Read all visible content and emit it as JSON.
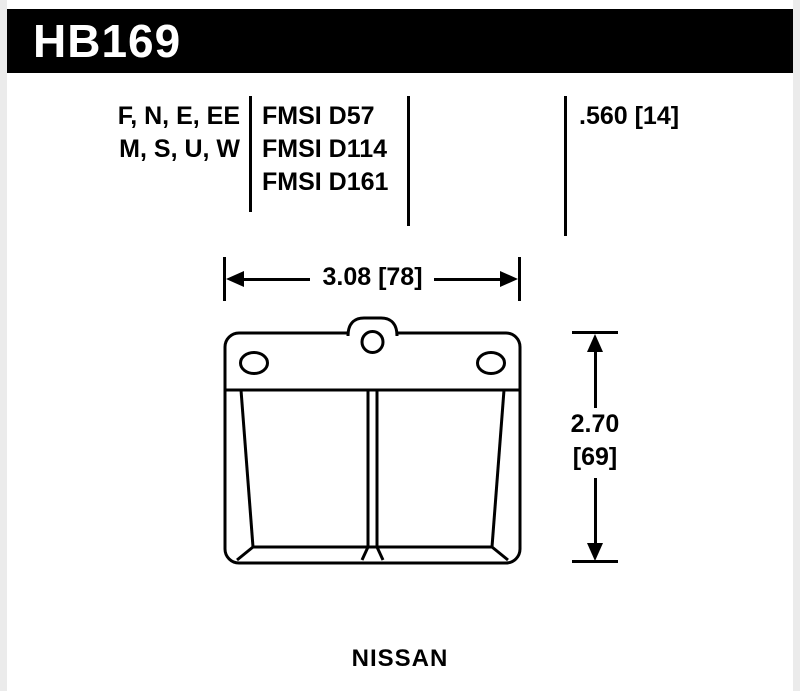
{
  "header": {
    "part_number": "HB169"
  },
  "spec": {
    "compound_rows": [
      "F, N, E, EE",
      "M, S, U, W"
    ],
    "fmsi_rows": [
      "FMSI D57",
      "FMSI D114",
      "FMSI D161"
    ],
    "thickness": ".560 [14]"
  },
  "dimensions": {
    "width": "3.08 [78]",
    "height_in": "2.70",
    "height_mm": "[69]"
  },
  "footer": {
    "vehicle": "NISSAN"
  },
  "colors": {
    "ink": "#000000",
    "paper": "#ffffff",
    "header_bg": "#000000",
    "header_text": "#ffffff"
  }
}
